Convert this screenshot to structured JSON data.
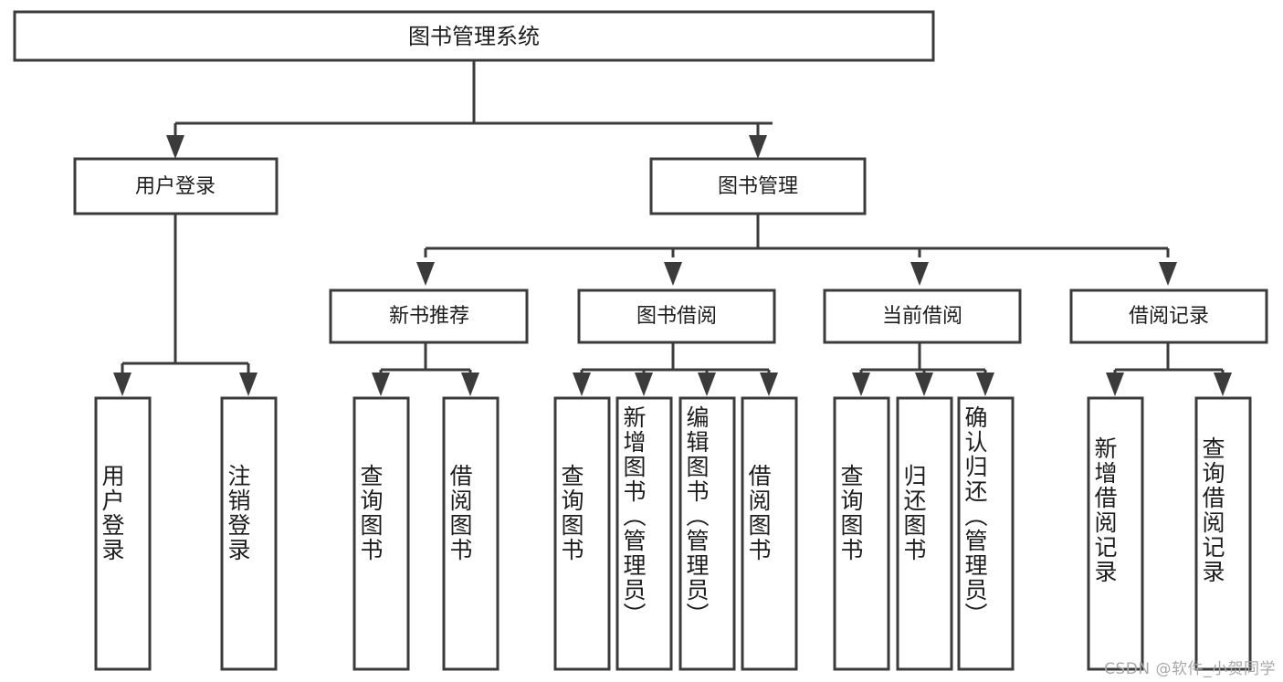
{
  "diagram": {
    "title": "图书管理系统",
    "type": "tree",
    "watermark": "CSDN @软件_小贺同学",
    "colors": {
      "stroke": "#3b3b3b",
      "fill": "#ffffff",
      "text": "#1d1d1d",
      "watermark": "#a8a8a8",
      "background": "#ffffff"
    },
    "root": {
      "label": "图书管理系统"
    },
    "level1": [
      {
        "id": "user-login",
        "label": "用户登录"
      },
      {
        "id": "book-manage",
        "label": "图书管理"
      }
    ],
    "level2": [
      {
        "id": "new-book-recommend",
        "label": "新书推荐",
        "parent": "book-manage"
      },
      {
        "id": "book-borrow",
        "label": "图书借阅",
        "parent": "book-manage"
      },
      {
        "id": "current-borrow",
        "label": "当前借阅",
        "parent": "book-manage"
      },
      {
        "id": "borrow-record",
        "label": "借阅记录",
        "parent": "book-manage"
      }
    ],
    "leaves": [
      {
        "id": "leaf-user-login",
        "label": "用户登录",
        "parent": "user-login"
      },
      {
        "id": "leaf-user-logout",
        "label": "注销登录",
        "parent": "user-login"
      },
      {
        "id": "leaf-query-book-1",
        "label": "查询图书",
        "parent": "new-book-recommend"
      },
      {
        "id": "leaf-borrow-book-1",
        "label": "借阅图书",
        "parent": "new-book-recommend"
      },
      {
        "id": "leaf-query-book-2",
        "label": "查询图书",
        "parent": "book-borrow"
      },
      {
        "id": "leaf-add-book",
        "label": "新增图书（管理员）",
        "parent": "book-borrow"
      },
      {
        "id": "leaf-edit-book",
        "label": "编辑图书（管理员）",
        "parent": "book-borrow"
      },
      {
        "id": "leaf-borrow-book-2",
        "label": "借阅图书",
        "parent": "book-borrow"
      },
      {
        "id": "leaf-query-book-3",
        "label": "查询图书",
        "parent": "current-borrow"
      },
      {
        "id": "leaf-return-book",
        "label": "归还图书",
        "parent": "current-borrow"
      },
      {
        "id": "leaf-confirm-return",
        "label": "确认归还（管理员）",
        "parent": "current-borrow"
      },
      {
        "id": "leaf-add-record",
        "label": "新增借阅记录",
        "parent": "borrow-record"
      },
      {
        "id": "leaf-query-record",
        "label": "查询借阅记录",
        "parent": "borrow-record"
      }
    ]
  }
}
